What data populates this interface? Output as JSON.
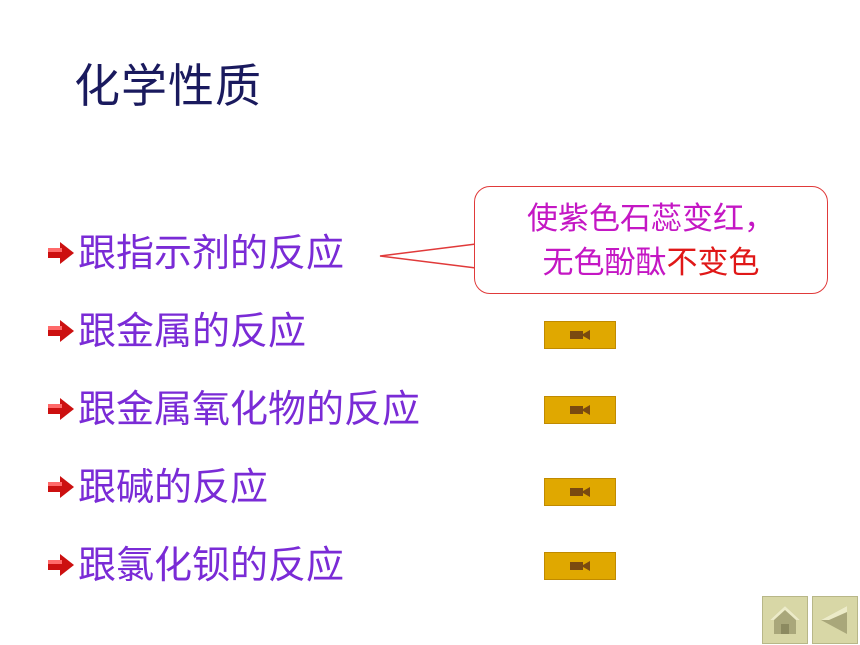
{
  "title": "化学性质",
  "items": [
    {
      "label": "跟指示剂的反应"
    },
    {
      "label": "跟金属的反应"
    },
    {
      "label": "跟金属氧化物的反应"
    },
    {
      "label": "跟碱的反应"
    },
    {
      "label": "跟氯化钡的反应"
    }
  ],
  "callout": {
    "line1": "使紫色石蕊变红，",
    "line2a": "无色酚酞",
    "line2b": "不变色"
  },
  "icons": {
    "bullet": "arrow-bullet-icon",
    "video": "video-camera-icon",
    "home": "home-icon",
    "back": "back-arrow-icon"
  },
  "colors": {
    "title": "#1a1a5e",
    "item_text": "#7a2bd6",
    "bullet": "#cc1010",
    "callout_border": "#e03a3a",
    "callout_magenta": "#c417c4",
    "callout_red": "#e01818",
    "video_button": "#e0a800",
    "nav_button": "#d8d7a6"
  }
}
